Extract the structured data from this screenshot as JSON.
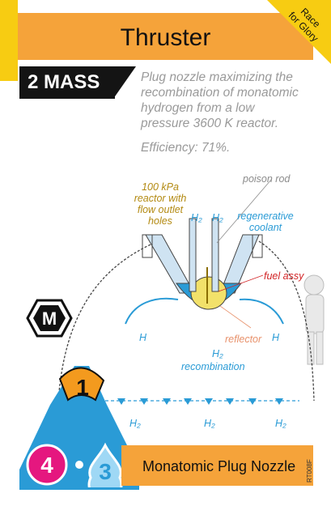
{
  "card": {
    "title": "Thruster",
    "corner_banner": "Race for Glory",
    "mass": "2 MASS",
    "description": "Plug nozzle maximizing the recombination of monatomic hydrogen from a low pressure 3600 K reactor.",
    "efficiency": "Efficiency: 71%.",
    "name": "Monatomic Plug Nozzle",
    "code": "RT008F",
    "badge_letter": "M",
    "bottom_left": {
      "top_number": "1",
      "left_number": "4",
      "right_number": "3"
    }
  },
  "diagram": {
    "labels": {
      "reactor": "100 kPa reactor with flow outlet holes",
      "poison_rod": "poison rod",
      "h2_left": "H₂",
      "h2_right": "H₂",
      "regenerative": "regenerative coolant",
      "fuel_assy": "fuel assy",
      "h_left": "H",
      "h_right": "H",
      "reflector": "reflector",
      "h2_center": "H₂",
      "recombination": "recombination",
      "h2_bottom_left": "H₂",
      "h2_bottom_center": "H₂",
      "h2_bottom_right": "H₂"
    }
  },
  "colors": {
    "header": "#f5a33a",
    "corner": "#f7cc12",
    "accent_blue": "#2a9bd6",
    "magenta": "#e5177f",
    "orange": "#f39a1e"
  }
}
